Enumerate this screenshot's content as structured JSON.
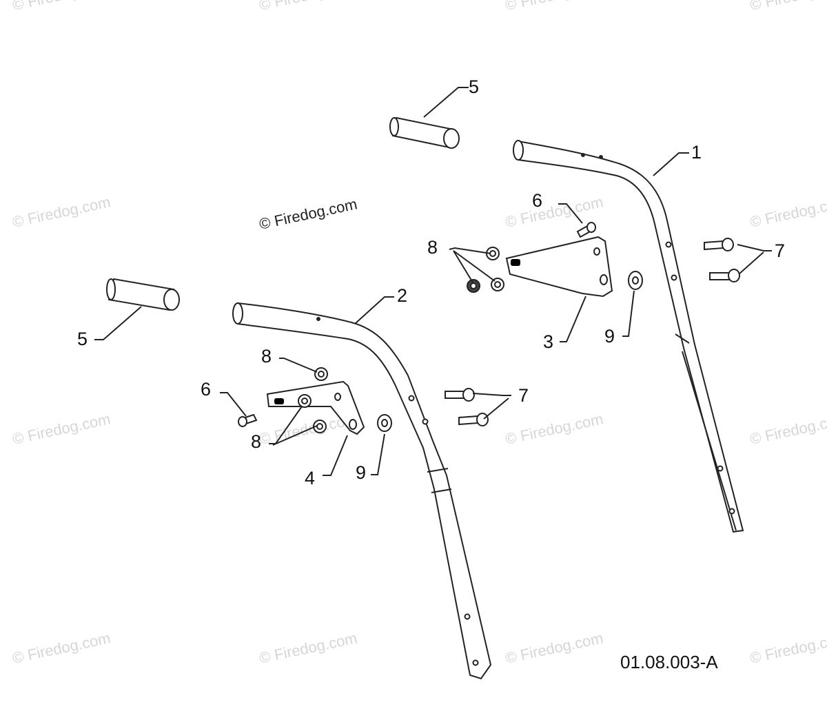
{
  "watermark": "© Firedog.com",
  "part_callouts": {
    "handle_right": "1",
    "handle_left": "2",
    "bracket_right": "3",
    "bracket_left": "4",
    "grip": "5",
    "bolt": "6",
    "carriage_bolt": "7",
    "nut": "8",
    "washer": "9"
  },
  "diagram_code": "01.08.003-A"
}
